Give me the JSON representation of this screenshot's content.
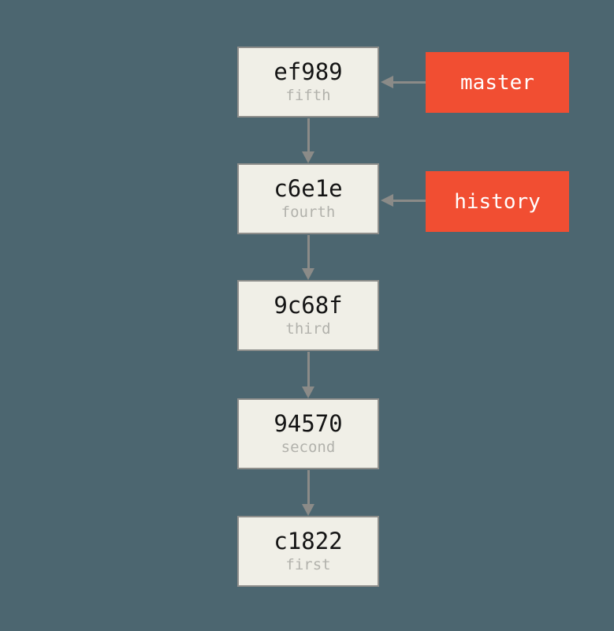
{
  "diagram": {
    "title": "git-commit-history",
    "commits": [
      {
        "hash": "ef989",
        "message": "fifth"
      },
      {
        "hash": "c6e1e",
        "message": "fourth"
      },
      {
        "hash": "9c68f",
        "message": "third"
      },
      {
        "hash": "94570",
        "message": "second"
      },
      {
        "hash": "c1822",
        "message": "first"
      }
    ],
    "branches": [
      {
        "name": "master",
        "points_to": "ef989"
      },
      {
        "name": "history",
        "points_to": "c6e1e"
      }
    ],
    "colors": {
      "background": "#4C6670",
      "commit_box_fill": "#F0EFE7",
      "commit_box_border": "#8E8E8B",
      "hash_text": "#141414",
      "message_text": "#B2B2AC",
      "branch_fill": "#F14E32",
      "branch_text": "#FFFFFF",
      "arrow": "#8B8B88"
    }
  }
}
